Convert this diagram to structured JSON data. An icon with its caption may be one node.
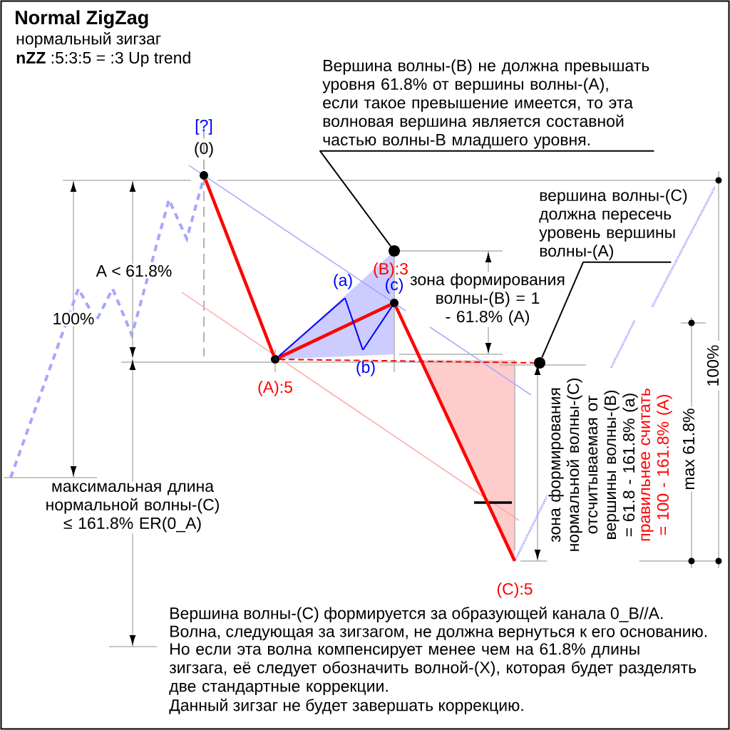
{
  "diagram": {
    "title": "Normal ZigZag",
    "nodes": [
      {
        "text": [
          "(0)"
        ],
        "beside": [
          "[?]"
        ]
      },
      {
        "text": [
          "(A):5"
        ]
      },
      {
        "text": [
          "(B):3"
        ]
      },
      {
        "text": [
          "(c)"
        ]
      },
      {
        "text": [
          "(C):5"
        ]
      },
      {
        "text": [
          "(a)"
        ]
      },
      {
        "text": [
          "(b)"
        ]
      },
      {
        "text": [
          "Вершина волны-(B) не должна превышать уровня 61.8% от вершины волны-(A), если такое превышение имеется, то эта волновая вершина является составной частью волны-B младшего уровня."
        ]
      },
      {
        "text": [
          "вершина волны-(C) должна пересечь уровень вершины волны-(A)"
        ]
      },
      {
        "text": [],
        "shape": "circle"
      }
    ],
    "edges": [
      {
        "from": 0,
        "to": 1,
        "arrow": "none",
        "style": "thick",
        "color": "#ff0000"
      },
      {
        "from": 1,
        "to": 3,
        "arrow": "none",
        "style": "thick",
        "color": "#ff0000"
      },
      {
        "from": 3,
        "to": 4,
        "arrow": "none",
        "style": "thick",
        "color": "#ff0000"
      },
      {
        "from": 1,
        "to": 5,
        "arrow": "none",
        "color": "#0000ff"
      },
      {
        "from": 5,
        "to": 6,
        "arrow": "none",
        "color": "#0000ff"
      },
      {
        "from": 6,
        "to": 3,
        "arrow": "none",
        "color": "#0000ff"
      },
      {
        "from": 7,
        "to": 2,
        "arrow": "none",
        "color": "#000000"
      },
      {
        "from": 8,
        "to": 9,
        "arrow": "none",
        "color": "#000000"
      },
      {
        "from": 1,
        "to": 9,
        "arrow": "none",
        "style": "dashed",
        "color": "#ff0000"
      }
    ],
    "labels": [
      "нормальный зигзаг",
      "**nZZ** :5:3:5 = :3 Up trend",
      "A < 61.8%",
      "100%",
      "максимальная длина нормальной волны-(C) ≤ 161.8% ER(0_A)",
      "зона формирования волны-(B) = 1 - 61.8% (A)",
      "зона формирования нормальной волны-(C) отсчитываемая от вершины волны-(B) = 61.8 - 161.8% (a)",
      "правильнее считать = 100 - 161.8% (A)",
      "max 61.8%",
      "100%",
      "Вершина волны-(C) формируется за образующей канала  0_B//A.",
      "Волна, следующая за зигзагом, не должна вернуться к его основанию.",
      "Но если эта волна компенсирует менее чем на 61.8% длины зигзага, её следует обозначить волной-(X), которая будет разделять две стандартные коррекции.",
      "Данный зигзаг не будет завершать коррекцию."
    ]
  }
}
